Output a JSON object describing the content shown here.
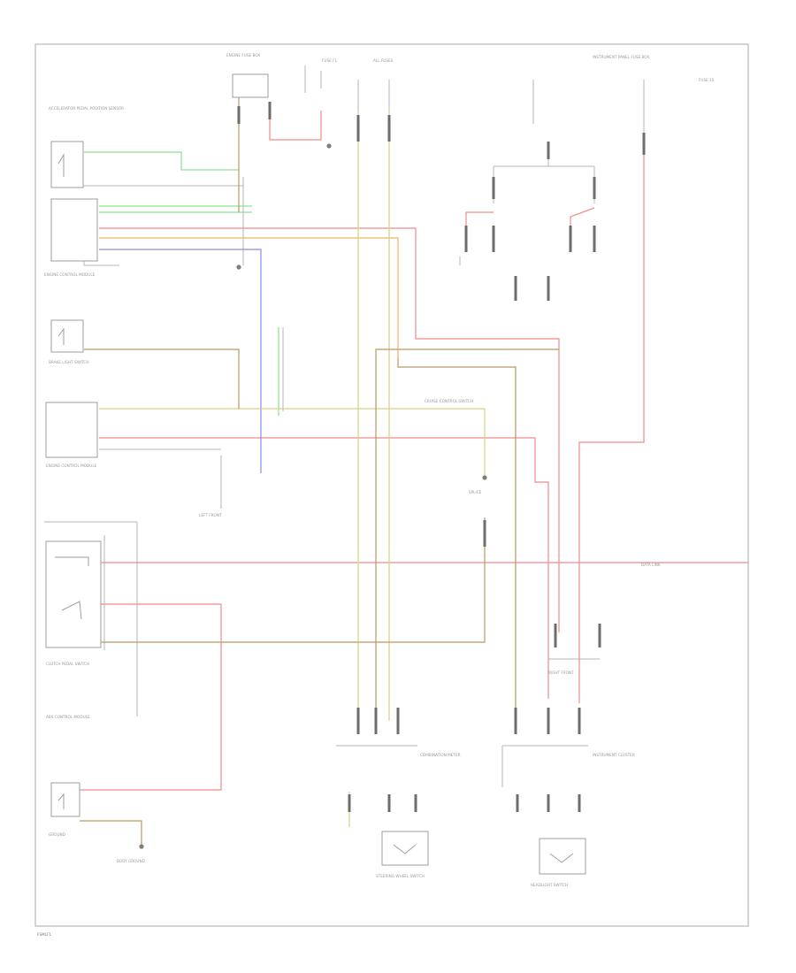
{
  "footer": {
    "code": "FSMLF1"
  },
  "colors": {
    "red": "#f08a8a",
    "green": "#8ee08e",
    "blue": "#8a8aee",
    "yellow": "#d8d084",
    "orange": "#f0b070",
    "brown": "#b89a60",
    "gray": "#b5b5b5"
  },
  "labels": {
    "t1": "ENGINE FUSE BOX",
    "t2": "FUSE F1",
    "t3": "ALL FUSES",
    "t4": "INSTRUMENT PANEL FUSE BOX",
    "t5": "FUSE 15",
    "c1": "ACCELERATOR PEDAL POSITION SENSOR",
    "c2": "ENGINE CONTROL MODULE",
    "c3": "BRAKE LIGHT SWITCH",
    "c4": "ENGINE CONTROL MODULE",
    "c5": "CLUTCH PEDAL SWITCH",
    "c6": "ABS CONTROL MODULE",
    "c7": "CRUISE CONTROL SWITCH",
    "c8": "HEADLIGHT SWITCH",
    "c9": "STEERING WHEEL SWITCH",
    "c10": "INSTRUMENT CLUSTER",
    "c11": "COMBINATION METER",
    "c12": "GROUND",
    "c13": "SPLICE",
    "c14": "DATA LINK",
    "r1": "LEFT FRONT",
    "r2": "RIGHT FRONT",
    "r3": "BODY GROUND"
  }
}
